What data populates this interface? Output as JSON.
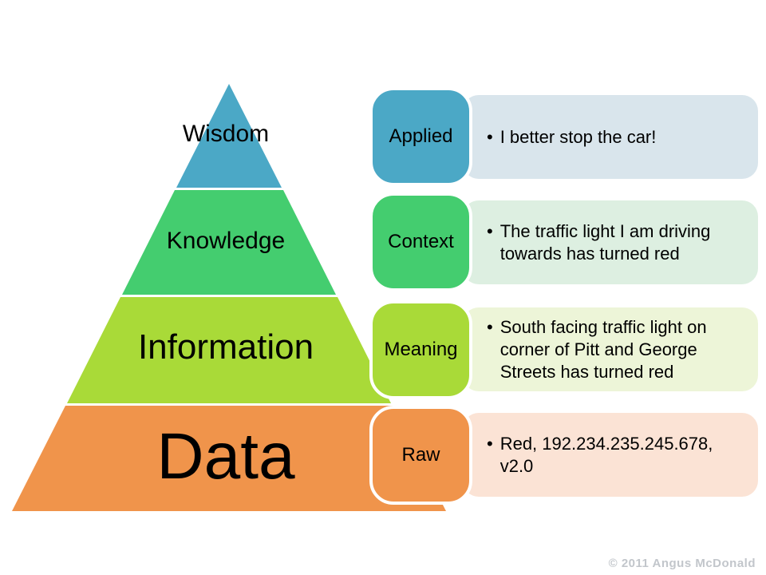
{
  "slide": {
    "background": "#ffffff"
  },
  "pyramid": {
    "levels": [
      {
        "label": "Wisdom",
        "color": "#4BA8C6"
      },
      {
        "label": "Knowledge",
        "color": "#44CD6F"
      },
      {
        "label": "Information",
        "color": "#A9DA38"
      },
      {
        "label": "Data",
        "color": "#F0944B"
      }
    ]
  },
  "rows": [
    {
      "tag": "Applied",
      "tag_color": "#4BA8C6",
      "bubble_color": "#D9E5EC",
      "bullet": "•",
      "text": "I better stop the car!"
    },
    {
      "tag": "Context",
      "tag_color": "#44CD6F",
      "bubble_color": "#DDEFE1",
      "bullet": "•",
      "text": "The traffic light I am driving\ntowards has turned red"
    },
    {
      "tag": "Meaning",
      "tag_color": "#A9DA38",
      "bubble_color": "#EDF5D8",
      "bullet": "•",
      "text": "South facing traffic light on\ncorner of Pitt and George\nStreets has turned red"
    },
    {
      "tag": "Raw",
      "tag_color": "#F0944B",
      "bubble_color": "#FBE3D5",
      "bullet": "•",
      "text": "Red, 192.234.235.245.678,\nv2.0"
    }
  ],
  "footer": {
    "copyright": "© 2011 Angus McDonald"
  }
}
